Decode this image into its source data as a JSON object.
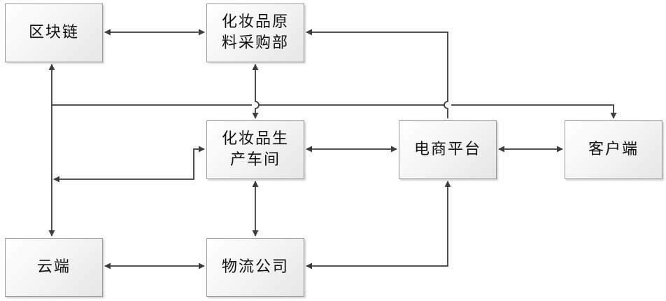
{
  "diagram": {
    "nodes": {
      "blockchain": "区块链",
      "purchase": "化妆品原\n料采购部",
      "workshop": "化妆品生\n产车间",
      "ecommerce": "电商平台",
      "client": "客户端",
      "cloud": "云端",
      "logistics": "物流公司"
    },
    "connections": [
      {
        "from": "blockchain",
        "to": "purchase",
        "direction": "both"
      },
      {
        "from": "purchase",
        "to": "workshop",
        "direction": "both"
      },
      {
        "from": "purchase",
        "to": "ecommerce",
        "direction": "to-purchase"
      },
      {
        "from": "blockchain",
        "to": "cloud",
        "direction": "both"
      },
      {
        "from": "blockchain",
        "to": "client",
        "direction": "to-client"
      },
      {
        "from": "workshop",
        "to": "cloud",
        "direction": "both"
      },
      {
        "from": "workshop",
        "to": "ecommerce",
        "direction": "both"
      },
      {
        "from": "ecommerce",
        "to": "client",
        "direction": "both"
      },
      {
        "from": "workshop",
        "to": "logistics",
        "direction": "both"
      },
      {
        "from": "cloud",
        "to": "logistics",
        "direction": "both"
      },
      {
        "from": "logistics",
        "to": "ecommerce",
        "direction": "both"
      }
    ],
    "colors": {
      "line": "#3c3c3c",
      "box_border": "#9a9a9a"
    }
  }
}
